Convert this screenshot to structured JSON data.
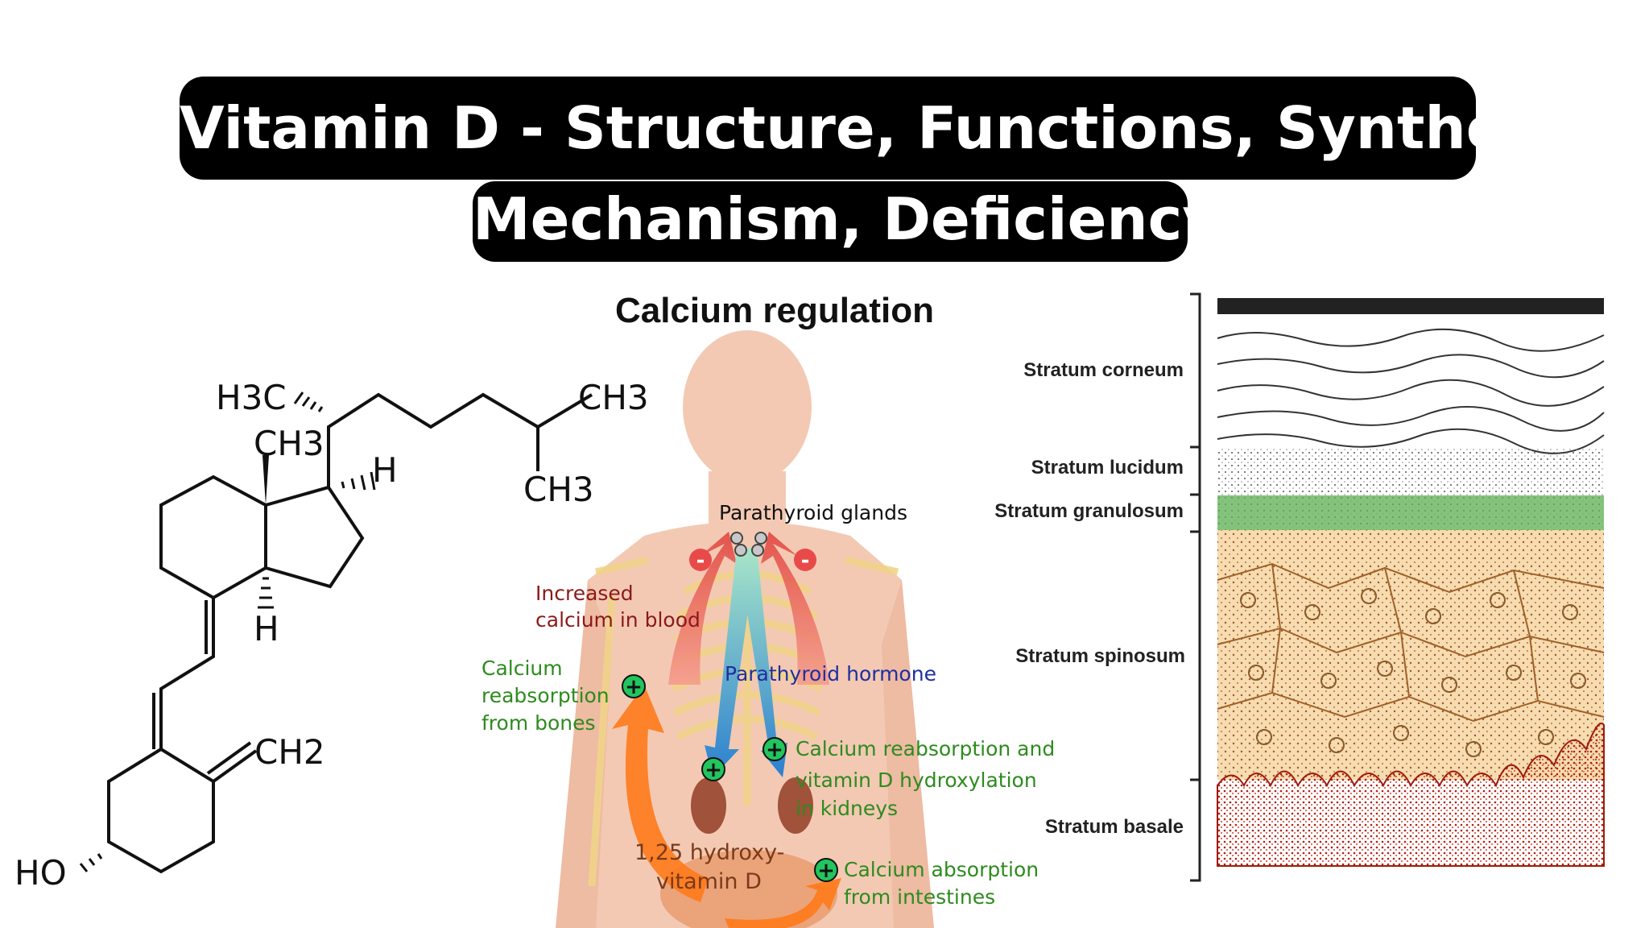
{
  "title": {
    "line1": "Vitamin D - Structure, Functions, Synthesis,",
    "line2": "Mechanism, Deficiency"
  },
  "structure": {
    "labels": {
      "h3c": "H3C",
      "ch3_top_right": "CH3",
      "ch3_mid": "CH3",
      "ch3_branch": "CH3",
      "h_right": "H",
      "h_down": "H",
      "ch2": "CH2",
      "ho": "HO"
    }
  },
  "calcium": {
    "title": "Calcium regulation",
    "parathyroid_glands": "Parathyroid glands",
    "increased_calcium": [
      "Increased",
      "calcium in blood"
    ],
    "reabsorption_bones": [
      "Calcium",
      "reabsorption",
      "from bones"
    ],
    "parathyroid_hormone": "Parathyroid hormone",
    "kidneys": [
      "Calcium reabsorption and",
      "vitamin D hydroxylation",
      "in kidneys"
    ],
    "hydroxy_vitd": [
      "1,25 hydroxy-",
      "vitamin D"
    ],
    "intestines": [
      "Calcium absorption",
      "from intestines"
    ],
    "minus_sign": "-",
    "plus_sign": "+"
  },
  "skin": {
    "layers": [
      "Stratum corneum",
      "Stratum lucidum",
      "Stratum granulosum",
      "Stratum spinosum",
      "Stratum basale"
    ]
  },
  "colors": {
    "title_bg": "#000000",
    "title_text": "#ffffff",
    "green_label": "#2e8b1f",
    "blue_label": "#1f2fa0",
    "red_label": "#8b1a1a",
    "orange_arrow": "#ff7a1a",
    "skin_body": "#f3c9b3",
    "granulosum": "#3aa13a",
    "spinosum": "#e9b872",
    "basale": "#c0392b"
  }
}
